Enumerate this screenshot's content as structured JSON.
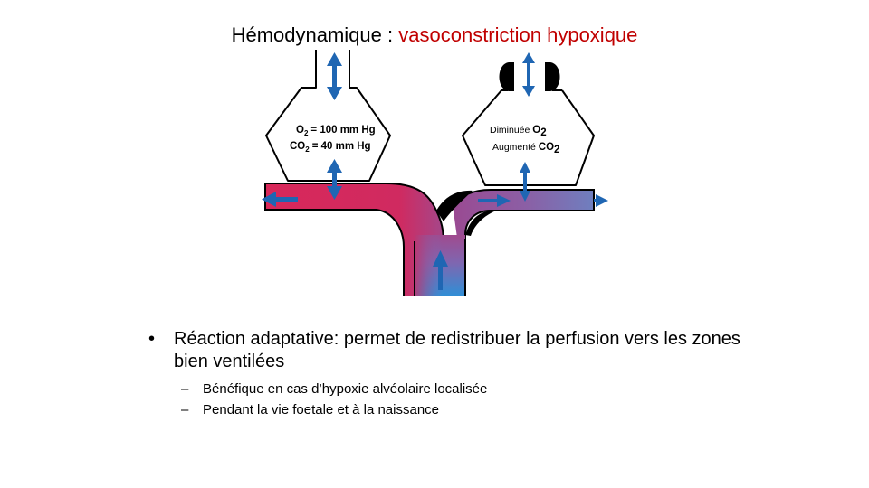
{
  "title": {
    "prefix": "Hémodynamique : ",
    "highlight": "vasoconstriction hypoxique",
    "highlight_color": "#c00000"
  },
  "diagram": {
    "left_alveolus": {
      "o2_label": "O",
      "o2_sub": "2",
      "o2_value": "= 100 mm Hg",
      "co2_label": "CO",
      "co2_sub": "2",
      "co2_value": "=  40 mm Hg"
    },
    "right_alveolus": {
      "line1_text": "Diminuée ",
      "line1_gas": "O",
      "line1_sub": "2",
      "line2_text": "Augmenté ",
      "line2_gas": "CO",
      "line2_sub": "2"
    },
    "colors": {
      "oxygenated": "#d8285a",
      "deoxygenated": "#2e86cf",
      "arrow": "#1f66b3"
    }
  },
  "bullets": [
    {
      "text": "Réaction adaptative: permet de redistribuer la perfusion vers les zones bien ventilées",
      "marker": "•",
      "subitems": [
        {
          "marker": "–",
          "text": "Bénéfique en cas d’hypoxie alvéolaire localisée"
        },
        {
          "marker": "–",
          "text": "Pendant la vie foetale et à la naissance"
        }
      ]
    }
  ]
}
